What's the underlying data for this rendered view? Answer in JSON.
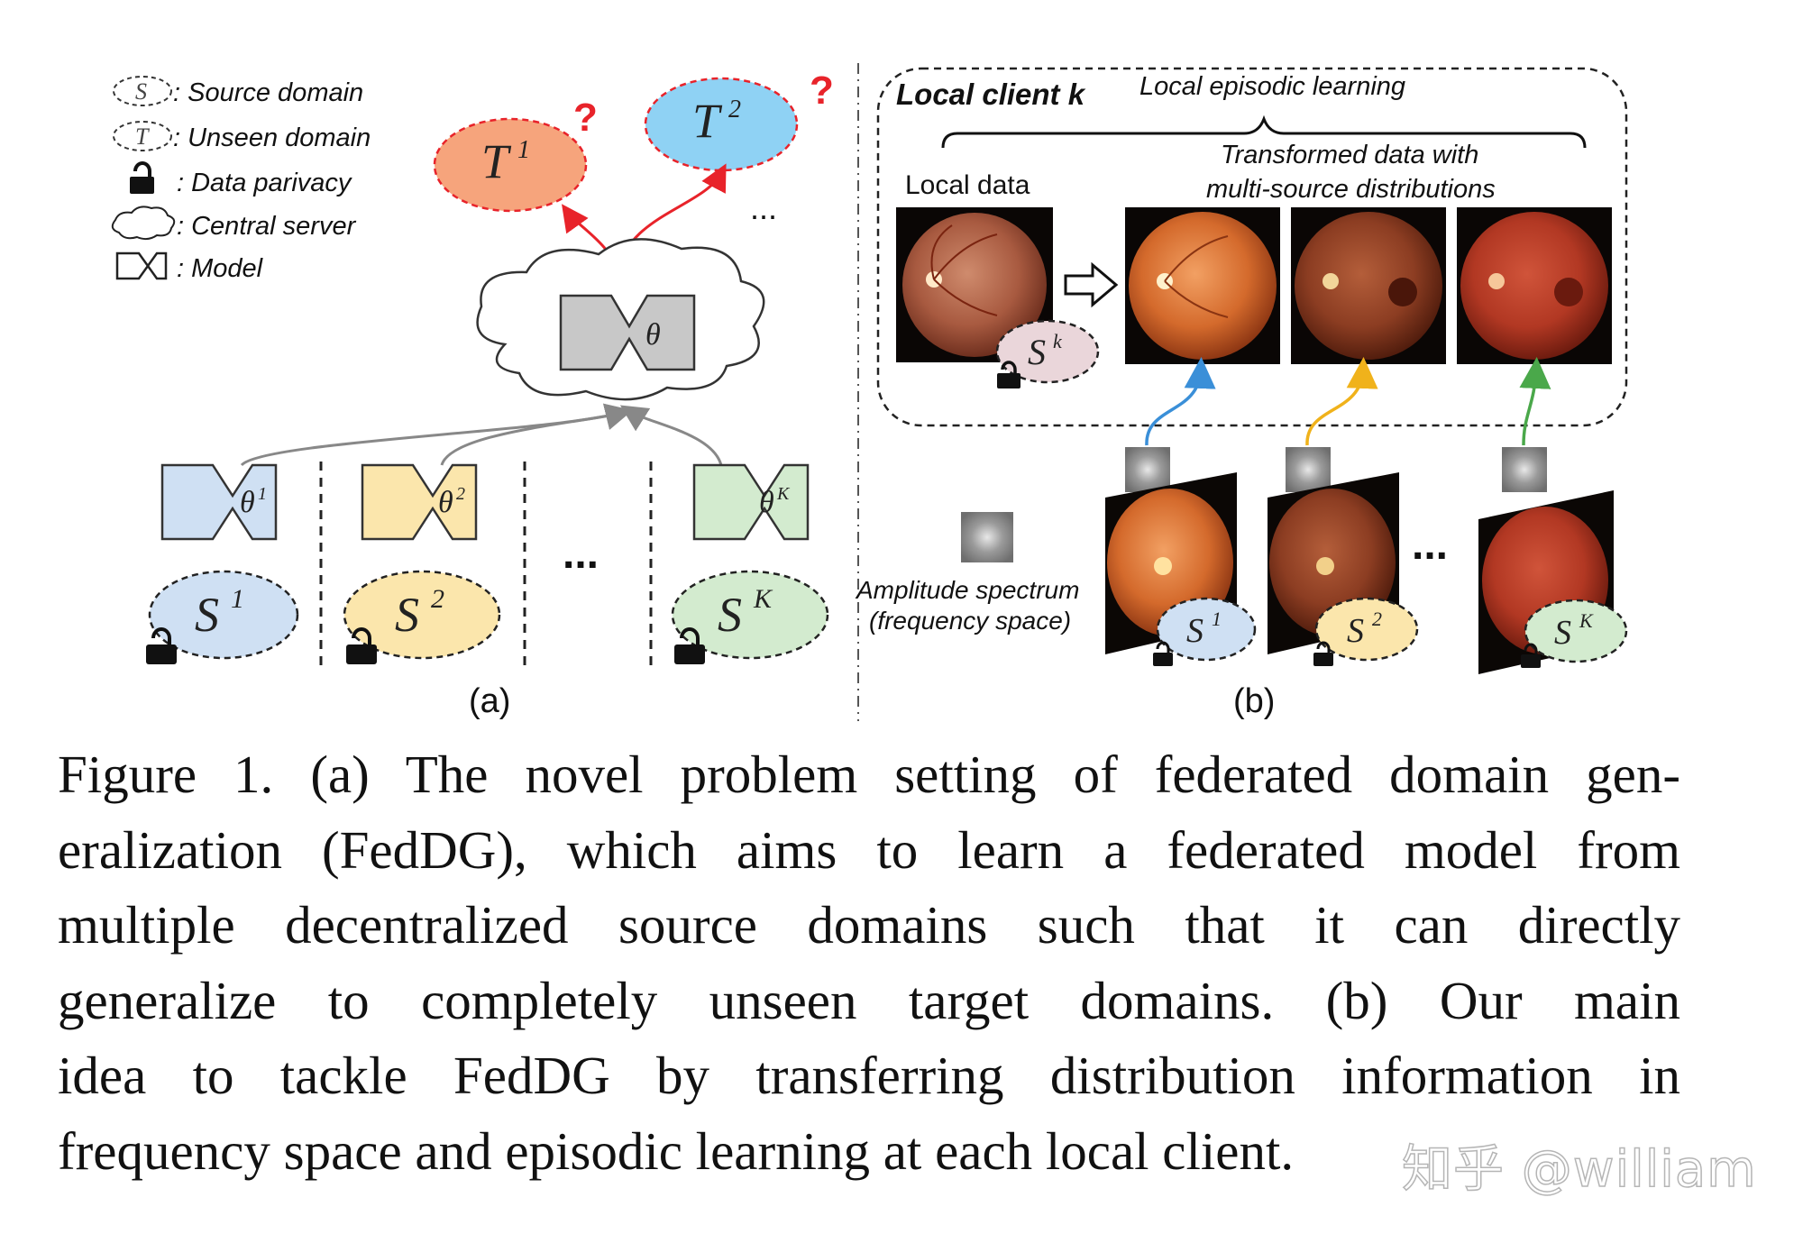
{
  "legend": {
    "source": ": Source domain",
    "unseen": ": Unseen domain",
    "privacy": ": Data parivacy",
    "server": ": Central server",
    "model": ": Model"
  },
  "panel_a": {
    "targets": [
      "T1",
      "T2"
    ],
    "question_mark": "?",
    "ellipsis": "...",
    "server_param": "θ",
    "clients": [
      {
        "param": "θ",
        "sup": "1",
        "domain": "S",
        "domain_sup": "1"
      },
      {
        "param": "θ",
        "sup": "2",
        "domain": "S",
        "domain_sup": "2"
      },
      {
        "param": "θ",
        "sup": "K",
        "domain": "S",
        "domain_sup": "K"
      }
    ],
    "label": "(a)"
  },
  "panel_b": {
    "title": "Local client k",
    "episodic": "Local episodic learning",
    "transformed_line1": "Transformed data with",
    "transformed_line2": "multi-source distributions",
    "local_data": "Local data",
    "local_domain": "S",
    "local_domain_sup": "k",
    "amplitude_line1": "Amplitude spectrum",
    "amplitude_line2": "(frequency space)",
    "sources": [
      "1",
      "2",
      "K"
    ],
    "ellipsis": "...",
    "label": "(b)"
  },
  "caption": {
    "lines": [
      "Figure 1. (a) The novel problem setting of federated domain gen-",
      "eralization (FedDG), which aims to learn a federated model from",
      "multiple decentralized source domains such that it can directly",
      "generalize to completely unseen target domains.  (b) Our main",
      "idea to tackle FedDG by transferring distribution information in",
      "frequency space and episodic learning at each local client."
    ]
  },
  "watermark": "知乎 @william",
  "colors": {
    "blue": "#cfe0f3",
    "yellow": "#fbe6ac",
    "green": "#d3ebcf",
    "orange": "#f6a47c",
    "cyan": "#8fd2f4",
    "red": "#e8232a",
    "pink": "#ead6da",
    "model_gray": "#c8c8c8"
  }
}
